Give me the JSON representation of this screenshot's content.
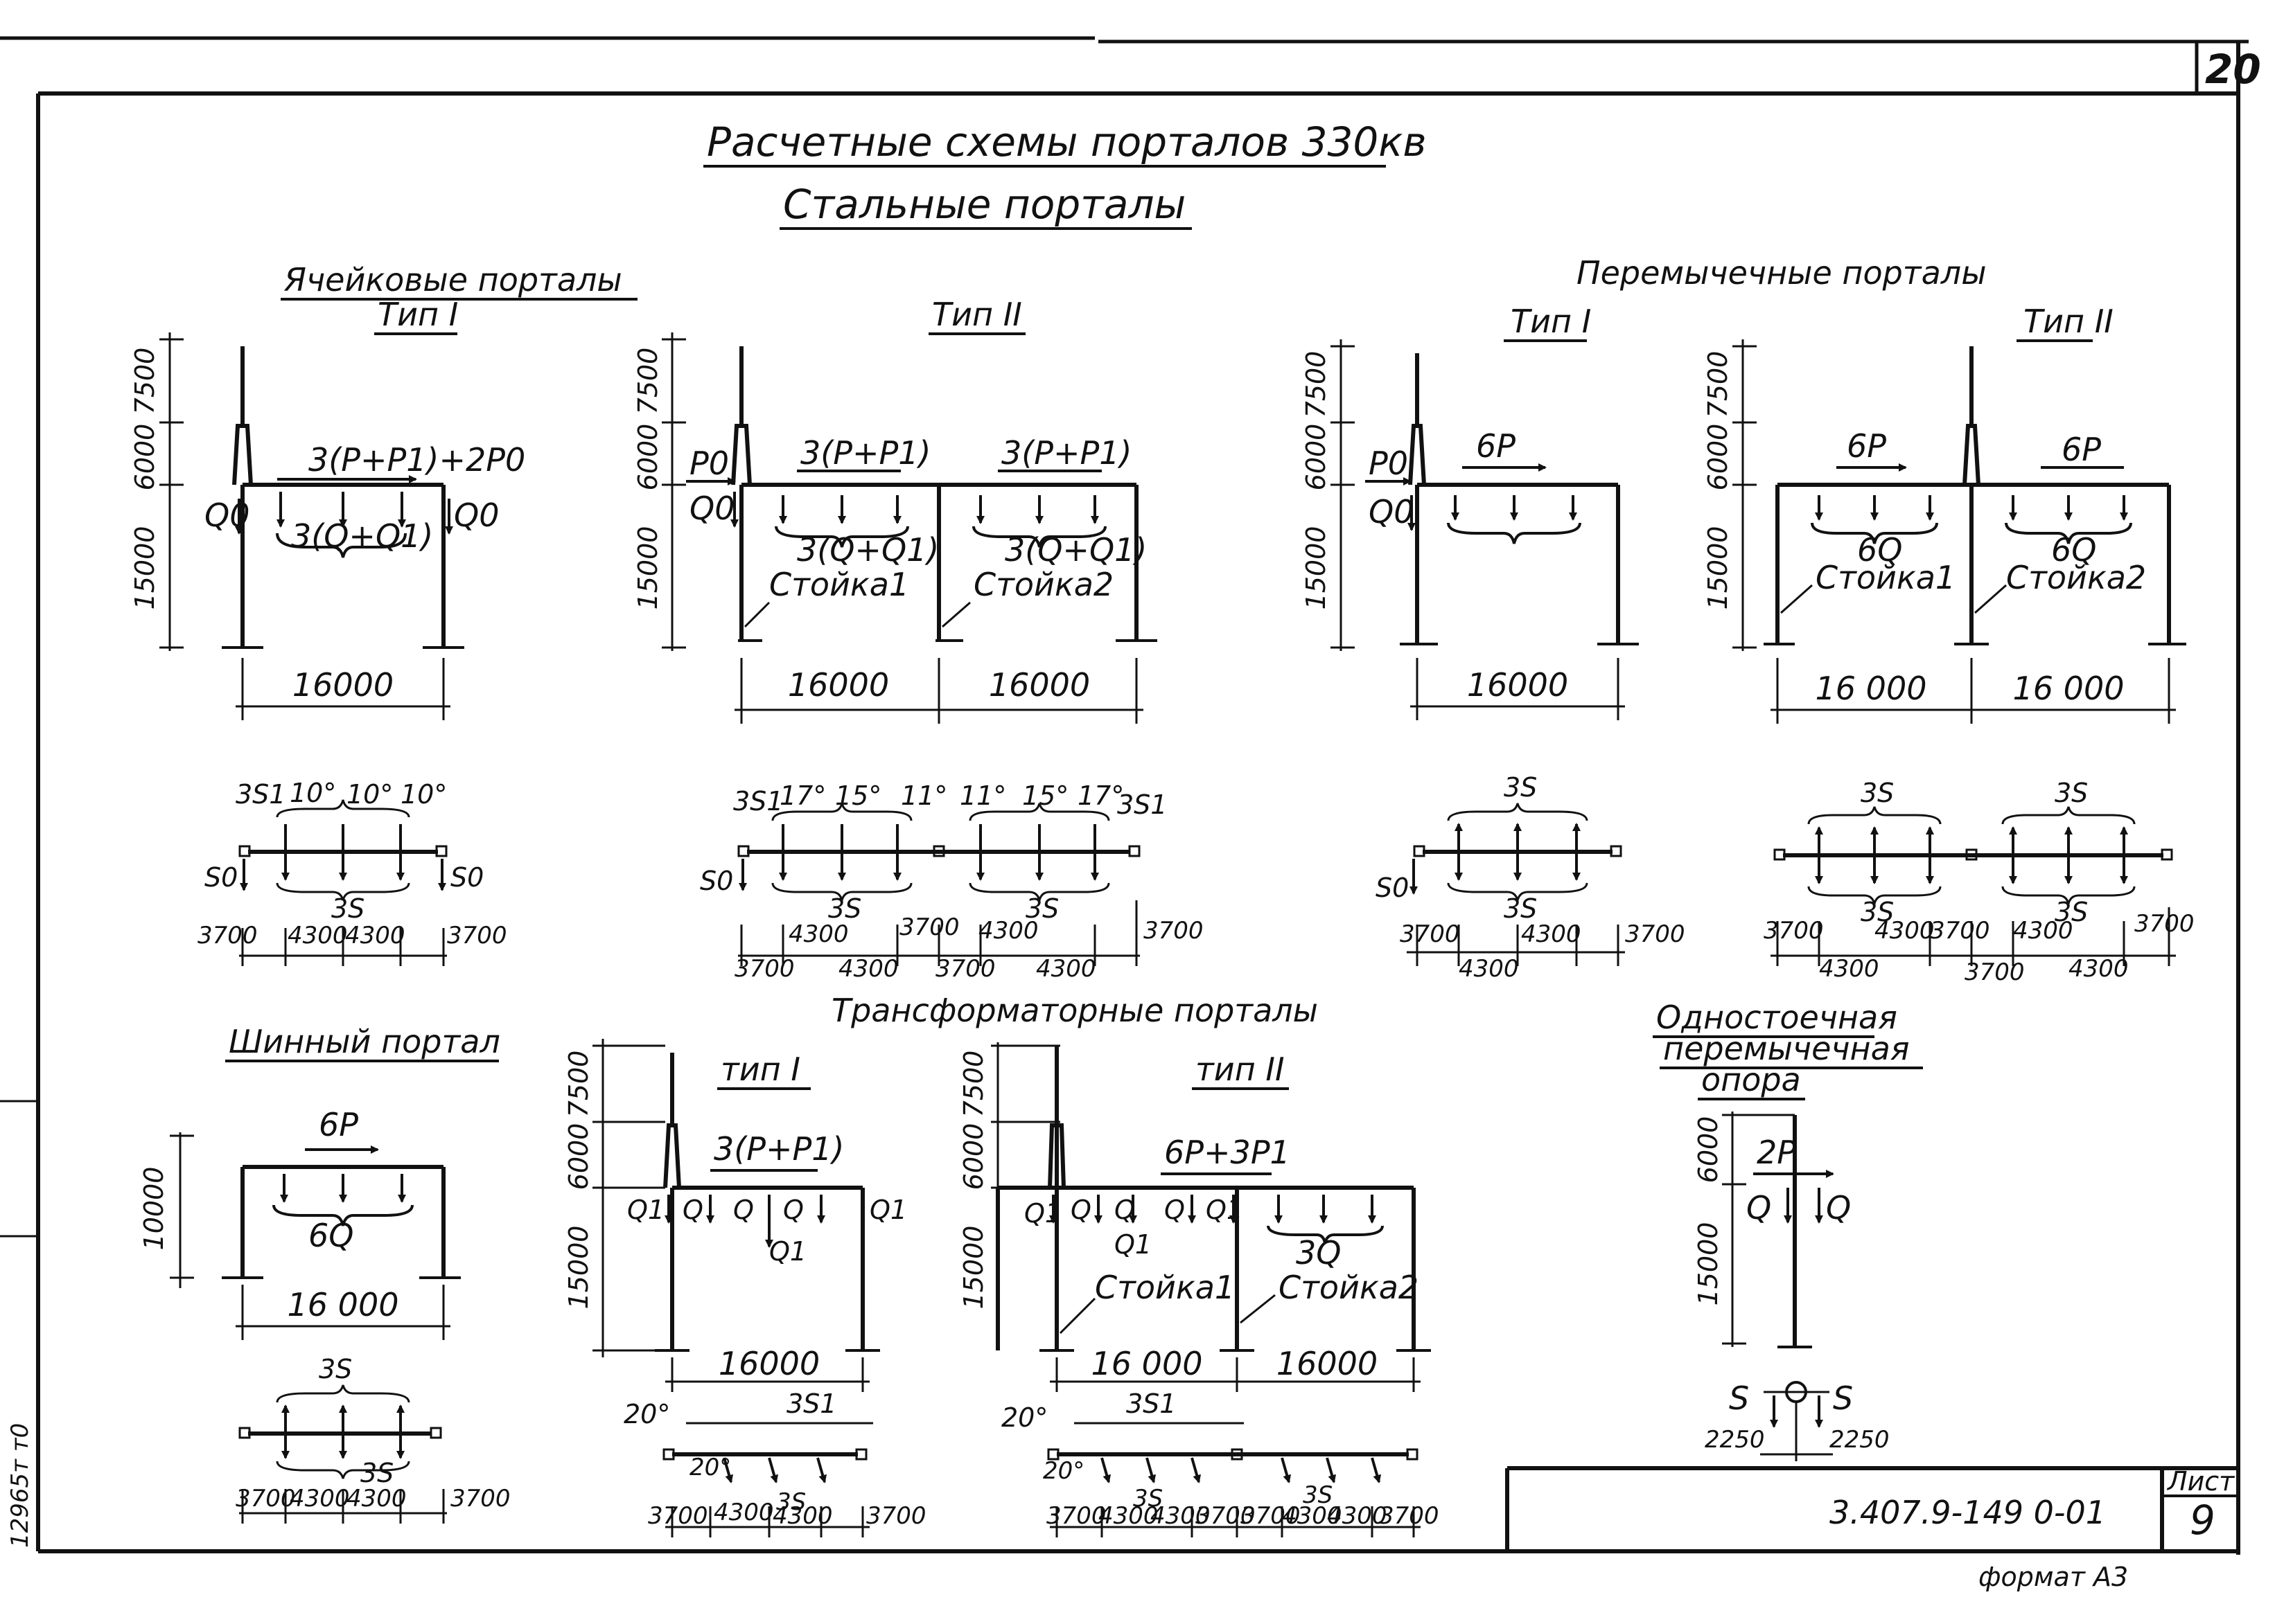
{
  "sheet_number_top": "20",
  "title": "Расчетные схемы порталов 330кв",
  "subtitle": "Стальные порталы",
  "cell_portals": {
    "heading": "Ячейковые порталы",
    "type_label": "Тип I"
  },
  "cell_type2": {
    "type_label": "Тип II"
  },
  "jumper_portals": {
    "heading": "Перемычечные порталы",
    "type1_label": "Тип I",
    "type2_label": "Тип II"
  },
  "bus_portal": {
    "heading": "Шинный портал"
  },
  "transformer_portals": {
    "heading": "Трансформаторные порталы",
    "type1_label": "тип I",
    "type2_label": "тип II"
  },
  "single_support": {
    "line1": "Одностоечная",
    "line2": "перемычечная",
    "line3": "опора"
  },
  "dims": {
    "d7500": "7500",
    "d6000": "6000",
    "d15000": "15000",
    "d10000": "10000",
    "d16000": "16000",
    "d16000s": "16 000",
    "d3700": "3700",
    "d4300": "4300",
    "d2250": "2250"
  },
  "loads": {
    "p3p1_2p0": "3(P+P1)+2P0",
    "q3": "3(Q+Q1)",
    "p3": "3(P+P1)",
    "q0": "Q0",
    "p0": "P0",
    "p6": "6P",
    "q6": "6Q",
    "q3only": "3Q",
    "p6p3p1": "6P+3P1",
    "p2": "2P",
    "q": "Q",
    "q1": "Q1",
    "s": "S",
    "s0": "S0",
    "s3": "3S",
    "s3_1": "3S1"
  },
  "posts": {
    "post1": "Стойка1",
    "post2": "Стойка2"
  },
  "angles": {
    "a10": "10°",
    "a17": "17°",
    "a15": "15°",
    "a11": "11°",
    "a20": "20°"
  },
  "title_block": {
    "doc_code": "3.407.9-149 0-01",
    "sheet_label": "Лист",
    "sheet_value": "9",
    "format": "формат А3"
  },
  "margin_note": "12965т т0"
}
